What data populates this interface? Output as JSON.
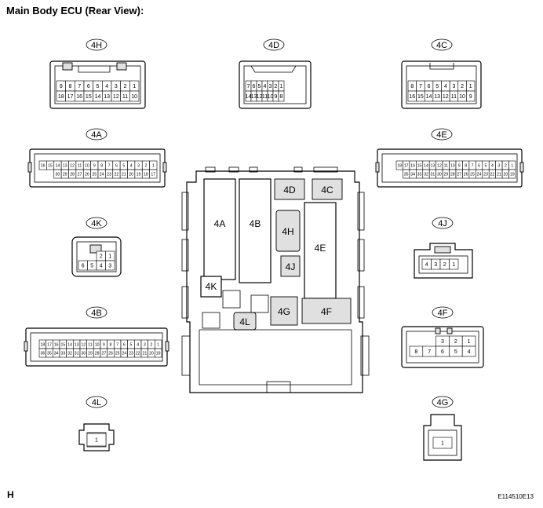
{
  "title": "Main Body ECU (Rear View):",
  "corner_label": "H",
  "figure_code": "E114510E13",
  "ecu_blocks": [
    "4A",
    "4B",
    "4D",
    "4C",
    "4H",
    "4E",
    "4J",
    "4K",
    "4L",
    "4G",
    "4F"
  ],
  "connectors": [
    {
      "id": "4H",
      "rows": [
        [
          "9",
          "8",
          "7",
          "6",
          "5",
          "4",
          "3",
          "2",
          "1"
        ],
        [
          "18",
          "17",
          "16",
          "15",
          "14",
          "13",
          "12",
          "11",
          "10"
        ]
      ]
    },
    {
      "id": "4D",
      "rows": [
        [
          "7",
          "6",
          "5",
          "4",
          "3",
          "2",
          "1"
        ],
        [
          "14",
          "13",
          "12",
          "11",
          "10",
          "9",
          "8"
        ]
      ]
    },
    {
      "id": "4C",
      "rows": [
        [
          "8",
          "7",
          "6",
          "5",
          "4",
          "3",
          "2",
          "1"
        ],
        [
          "16",
          "15",
          "14",
          "13",
          "12",
          "11",
          "10",
          "9"
        ]
      ]
    },
    {
      "id": "4A",
      "rows": [
        [
          "16",
          "15",
          "14",
          "13",
          "12",
          "11",
          "10",
          "9",
          "8",
          "7",
          "6",
          "5",
          "4",
          "3",
          "2",
          "1"
        ],
        [
          "30",
          "29",
          "28",
          "27",
          "26",
          "25",
          "24",
          "23",
          "22",
          "21",
          "20",
          "19",
          "18",
          "17"
        ]
      ]
    },
    {
      "id": "4E",
      "rows": [
        [
          "18",
          "17",
          "16",
          "15",
          "14",
          "13",
          "12",
          "11",
          "10",
          "9",
          "8",
          "7",
          "6",
          "5",
          "4",
          "3",
          "2",
          "1"
        ],
        [
          "35",
          "34",
          "33",
          "32",
          "31",
          "30",
          "29",
          "28",
          "27",
          "26",
          "25",
          "24",
          "23",
          "22",
          "21",
          "20",
          "19"
        ]
      ]
    },
    {
      "id": "4K",
      "rows": [
        [
          "2",
          "1"
        ],
        [
          "6",
          "5",
          "4",
          "3"
        ]
      ]
    },
    {
      "id": "4J",
      "rows": [
        [
          "4",
          "3",
          "2",
          "1"
        ]
      ]
    },
    {
      "id": "4B",
      "rows": [
        [
          "18",
          "17",
          "16",
          "15",
          "14",
          "13",
          "12",
          "11",
          "10",
          "9",
          "8",
          "7",
          "6",
          "5",
          "4",
          "3",
          "2",
          "1"
        ],
        [
          "36",
          "35",
          "34",
          "33",
          "32",
          "31",
          "30",
          "29",
          "28",
          "27",
          "26",
          "25",
          "24",
          "23",
          "22",
          "21",
          "20",
          "19"
        ]
      ]
    },
    {
      "id": "4F",
      "rows": [
        [
          "3",
          "2",
          "1"
        ],
        [
          "8",
          "7",
          "6",
          "5",
          "4"
        ]
      ]
    },
    {
      "id": "4L",
      "rows": [
        [
          "1"
        ]
      ]
    },
    {
      "id": "4G",
      "rows": [
        [
          "1"
        ]
      ]
    }
  ]
}
